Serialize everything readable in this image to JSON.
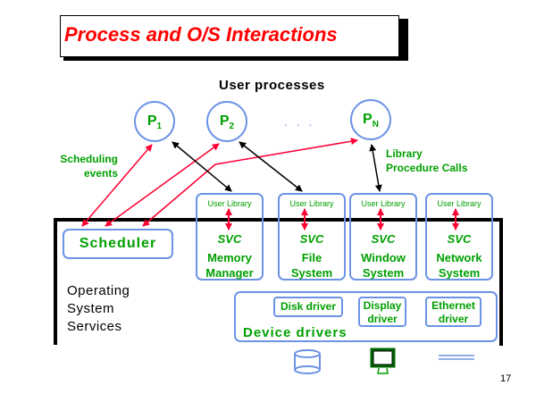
{
  "slide": {
    "title": "Process and O/S Interactions",
    "page_number": "17"
  },
  "user_processes": {
    "heading": "User processes",
    "processes": [
      {
        "label": "P",
        "subscript": "1"
      },
      {
        "label": "P",
        "subscript": "2"
      },
      {
        "label": "P",
        "subscript": "N"
      }
    ],
    "ellipsis": ". . ."
  },
  "annotations": {
    "scheduling_events": [
      "Scheduling",
      "events"
    ],
    "library_calls": [
      "Library",
      "Procedure Calls"
    ]
  },
  "os": {
    "label_lines": [
      "Operating",
      "System",
      "Services"
    ],
    "scheduler": "Scheduler",
    "services": [
      {
        "library": "User Library",
        "svc": "SVC",
        "name_lines": [
          "Memory",
          "Manager"
        ]
      },
      {
        "library": "User Library",
        "svc": "SVC",
        "name_lines": [
          "File",
          "System"
        ]
      },
      {
        "library": "User Library",
        "svc": "SVC",
        "name_lines": [
          "Window",
          "System"
        ]
      },
      {
        "library": "User Library",
        "svc": "SVC",
        "name_lines": [
          "Network",
          "System"
        ]
      }
    ],
    "device_drivers": {
      "label": "Device drivers",
      "drivers": [
        {
          "lines": [
            "Disk driver"
          ]
        },
        {
          "lines": [
            "Display",
            "driver"
          ]
        },
        {
          "lines": [
            "Ethernet",
            "driver"
          ]
        }
      ]
    }
  },
  "devices": [
    {
      "icon": "disk-icon"
    },
    {
      "icon": "monitor-icon"
    },
    {
      "icon": "network-cable-icon"
    }
  ],
  "colors": {
    "title": "#ff0000",
    "label_green": "#00a000",
    "box_blue": "#6d93e6",
    "scheduling_arrow": "#ff0033",
    "call_arrow": "#000000"
  }
}
